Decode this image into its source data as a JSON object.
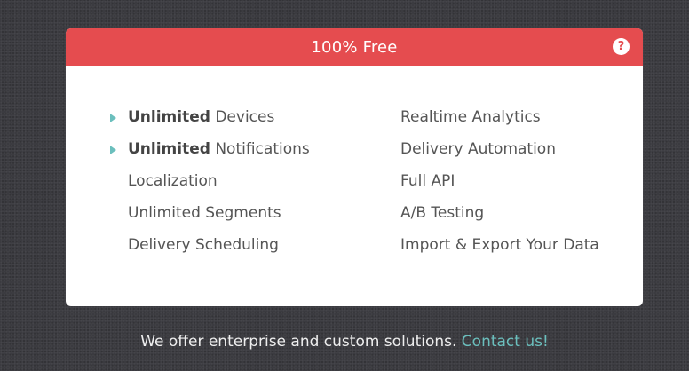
{
  "card": {
    "title": "100% Free",
    "help_label": "?"
  },
  "features": {
    "left": [
      {
        "strong": "Unlimited",
        "rest": " Devices",
        "arrow": true
      },
      {
        "strong": "Unlimited",
        "rest": " Notifications",
        "arrow": true
      },
      {
        "strong": "",
        "rest": "Localization",
        "arrow": false
      },
      {
        "strong": "",
        "rest": "Unlimited Segments",
        "arrow": false
      },
      {
        "strong": "",
        "rest": "Delivery Scheduling",
        "arrow": false
      }
    ],
    "right": [
      "Realtime Analytics",
      "Delivery Automation",
      "Full API",
      "A/B Testing",
      "Import & Export Your Data"
    ]
  },
  "footer": {
    "text": "We offer enterprise and custom solutions. ",
    "link": "Contact us!"
  },
  "colors": {
    "header": "#e54c4f",
    "accent": "#6bbfbd",
    "background": "#3b3b40"
  }
}
